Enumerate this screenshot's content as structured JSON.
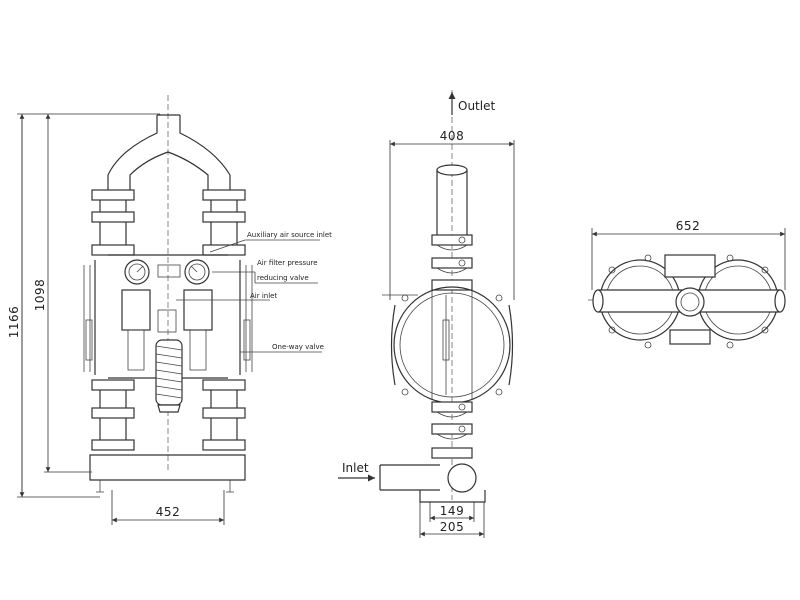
{
  "front_view": {
    "dims": {
      "overall_height": "1166",
      "inner_height": "1098",
      "base_width": "452"
    },
    "callouts": {
      "aux_air": "Auxiliary air source inlet",
      "filter_line1": "Air filter pressure",
      "filter_line2": "reducing valve",
      "air_inlet": "Air inlet",
      "check_valve": "One-way valve"
    }
  },
  "side_view": {
    "dims": {
      "width": "408",
      "inner_base": "149",
      "outer_base": "205"
    },
    "labels": {
      "outlet": "Outlet",
      "inlet": "Inlet"
    }
  },
  "top_view": {
    "dims": {
      "width": "652"
    }
  }
}
